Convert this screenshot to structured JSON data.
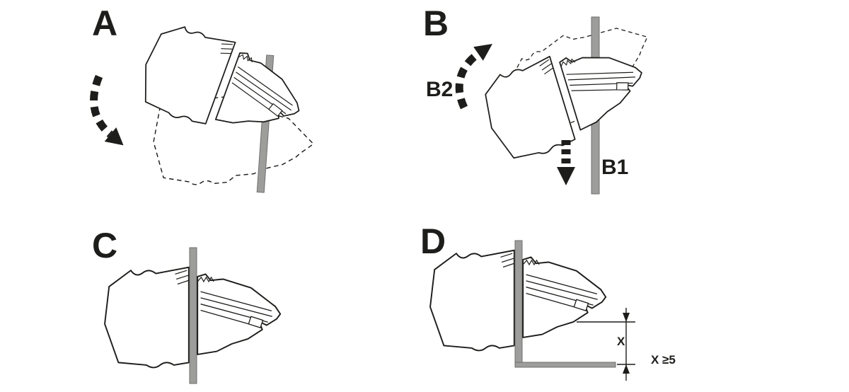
{
  "figure": {
    "type": "mounting-instruction-diagram",
    "background_color": "#ffffff",
    "line_color": "#1d1d1b",
    "rail_color": "#9d9d9c",
    "panels": {
      "a": {
        "label": "A"
      },
      "b": {
        "label": "B",
        "rotate_arrow_label": "B2",
        "push_arrow_label": "B1"
      },
      "c": {
        "label": "C"
      },
      "d": {
        "label": "D",
        "dimension_label": "X",
        "dimension_note": "X ≥5"
      }
    }
  }
}
